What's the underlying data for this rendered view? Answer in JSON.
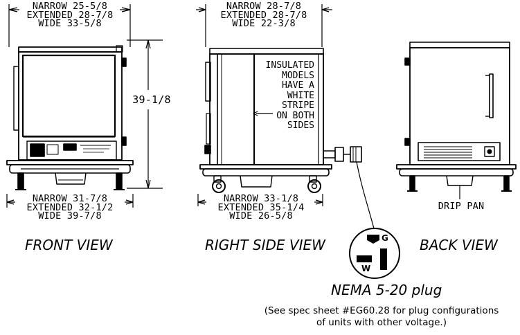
{
  "front_view": {
    "top_dims": [
      "NARROW 25-5/8",
      "EXTENDED 28-7/8",
      "WIDE 33-5/8"
    ],
    "height_dim": "39-1/8",
    "bottom_dims": [
      "NARROW 31-7/8",
      "EXTENDED 32-1/2",
      "WIDE 39-7/8"
    ],
    "title": "FRONT VIEW"
  },
  "side_view": {
    "top_dims": [
      "NARROW 28-7/8",
      "EXTENDED 28-7/8",
      "WIDE 22-3/8"
    ],
    "callout": [
      "INSULATED",
      "MODELS",
      "HAVE A",
      "WHITE",
      "STRIPE",
      "ON BOTH",
      "SIDES"
    ],
    "bottom_dims": [
      "NARROW 33-1/8",
      "EXTENDED 35-1/4",
      "WIDE 26-5/8"
    ],
    "title": "RIGHT SIDE VIEW"
  },
  "back_view": {
    "drip_pan": "DRIP PAN",
    "title": "BACK VIEW"
  },
  "plug": {
    "pin_g": "G",
    "pin_w": "W",
    "name": "NEMA 5-20 plug",
    "note": [
      "(See spec sheet #EG60.28 for plug configurations",
      "of units with other voltage.)"
    ]
  }
}
